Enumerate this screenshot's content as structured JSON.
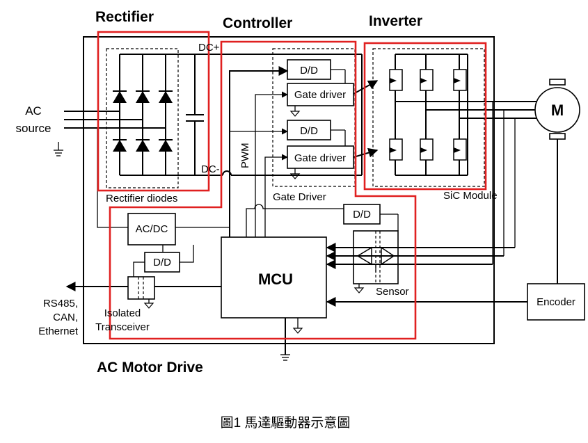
{
  "colors": {
    "highlight": "#e02020",
    "line": "#000000"
  },
  "headings": {
    "rectifier": "Rectifier",
    "controller": "Controller",
    "inverter": "Inverter"
  },
  "title": "AC Motor Drive",
  "caption": "圖1 馬達驅動器示意圖",
  "labels": {
    "ac_source_1": "AC",
    "ac_source_2": "source",
    "dc_plus": "DC+",
    "dc_minus": "DC-",
    "pwm": "PWM",
    "rectifier_diodes": "Rectifier diodes",
    "gate_driver_block": "Gate  Driver",
    "sic_module": "SiC Module",
    "sensor": "Sensor",
    "isolated_1": "Isolated",
    "isolated_2": "Transceiver",
    "comm_1": "RS485,",
    "comm_2": "CAN,",
    "comm_3": "Ethernet"
  },
  "blocks": {
    "dd_top": "D/D",
    "gate_driver_top": "Gate  driver",
    "dd_mid": "D/D",
    "gate_driver_bottom": "Gate  driver",
    "dd_sensor": "D/D",
    "acdc": "AC/DC",
    "dd_transceiver": "D/D",
    "mcu": "MCU",
    "encoder": "Encoder",
    "motor": "M"
  }
}
